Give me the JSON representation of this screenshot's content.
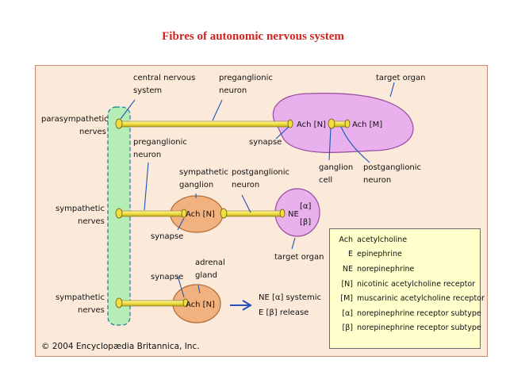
{
  "title": "Fibres of autonomic nervous system",
  "labels": {
    "central_nervous_system": [
      "central nervous",
      "system"
    ],
    "preganglionic_neuron_top": [
      "preganglionic",
      "neuron"
    ],
    "target_organ_top": "target organ",
    "parasympathetic_nerves": [
      "parasympathetic",
      "nerves"
    ],
    "ach_n_top": "Ach [N]",
    "ach_m_top": "Ach [M]",
    "synapse_top": "synapse",
    "preganglionic_neuron_mid": [
      "preganglionic",
      "neuron"
    ],
    "sympathetic_ganglion": [
      "sympathetic",
      "ganglion"
    ],
    "postganglionic_neuron_mid": [
      "postganglionic",
      "neuron"
    ],
    "ganglion_cell": [
      "ganglion",
      "cell"
    ],
    "postganglionic_neuron_right": [
      "postganglionic",
      "neuron"
    ],
    "sympathetic_nerves_1": [
      "sympathetic",
      "nerves"
    ],
    "ach_n_mid": "Ach [N]",
    "ne_mid": "NE",
    "alpha_mid": "[α]",
    "beta_mid": "[β]",
    "synapse_mid": "synapse",
    "target_organ_mid": "target organ",
    "adrenal_gland": [
      "adrenal",
      "gland"
    ],
    "synapse_bottom": "synapse",
    "sympathetic_nerves_2": [
      "sympathetic",
      "nerves"
    ],
    "ach_n_bottom": "Ach [N]",
    "release_line1": "NE [α]  systemic",
    "release_line2": "E  [β]  release",
    "copyright": "© 2004 Encyclopædia Britannica, Inc."
  },
  "legend": [
    {
      "abbr": "Ach",
      "desc": "acetylcholine"
    },
    {
      "abbr": "E",
      "desc": "epinephrine"
    },
    {
      "abbr": "NE",
      "desc": "norepinephrine"
    },
    {
      "abbr": "[N]",
      "desc": "nicotinic acetylcholine receptor"
    },
    {
      "abbr": "[M]",
      "desc": "muscarinic acetylcholine receptor"
    },
    {
      "abbr": "[α]",
      "desc": "norepinephrine receptor subtype"
    },
    {
      "abbr": "[β]",
      "desc": "norepinephrine receptor subtype"
    }
  ],
  "colors": {
    "title": "#d0221f",
    "panel_background": "#fbe9d9",
    "spinal_cord": "#b6ecb5",
    "target_organ": "#e8b0ec",
    "ganglion": "#f2b27f",
    "nerve_fibre": "#f0e050",
    "legend_background": "#ffffcc",
    "arrow": "#2a4fbf"
  }
}
